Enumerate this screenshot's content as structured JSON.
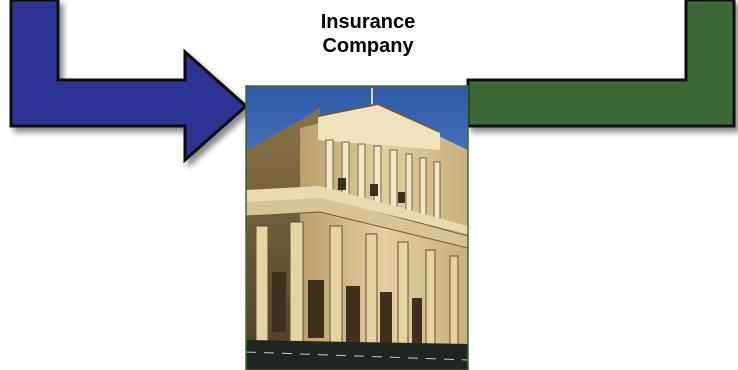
{
  "node": {
    "label_line1": "Insurance",
    "label_line2": "Company",
    "image_subject": "classical stone building with columns (bank / insurance headquarters)"
  },
  "flows": [
    {
      "name": "incoming-arrow",
      "color": "#2b3593",
      "direction": "into node"
    },
    {
      "name": "outgoing-arrow",
      "color": "#3a6b37",
      "direction": "out of node"
    }
  ],
  "colors": {
    "incoming": "#2b3593",
    "outgoing": "#3a6b37",
    "outline": "#0a0a0a"
  }
}
